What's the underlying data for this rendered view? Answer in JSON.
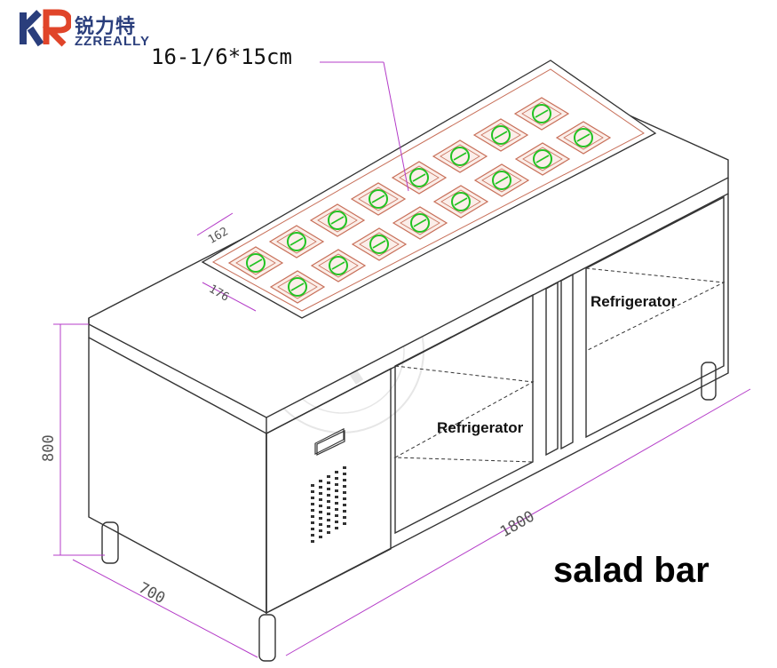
{
  "brand": {
    "name_cn": "锐力特",
    "name_en": "ZZREALLY",
    "watermark": "ZZREALLY",
    "colors": {
      "logo_blue": "#2a3e7c",
      "logo_red": "#e0452a"
    }
  },
  "drawing": {
    "title": "salad bar",
    "pan_spec": "16-1/6*15cm",
    "compartments": [
      {
        "label": "Refrigerator"
      },
      {
        "label": "Refrigerator"
      }
    ],
    "dimensions": {
      "height": "800",
      "depth": "700",
      "length": "1800",
      "pan_width": "162",
      "pan_length": "176"
    },
    "pan_count": 16,
    "colors": {
      "pan_outline": "#c8705a",
      "pan_ring": "#22c322",
      "dimension_line": "#b43cc8",
      "body_line": "#333333"
    }
  }
}
